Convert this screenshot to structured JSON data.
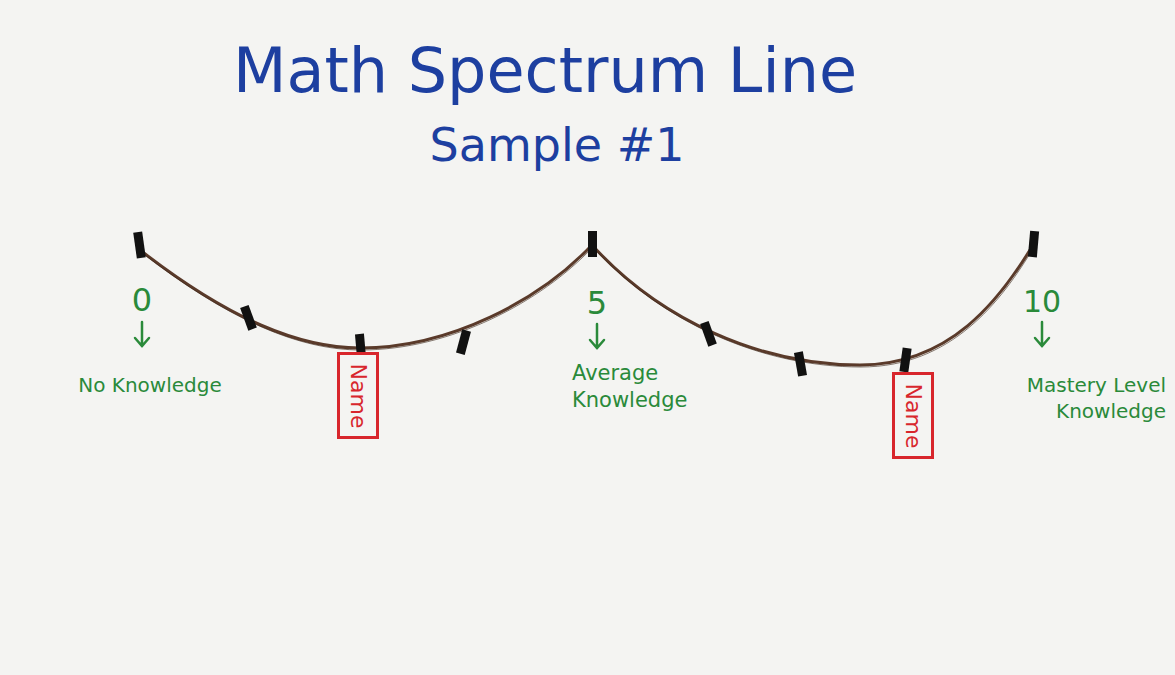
{
  "diagram": {
    "title": "Math Spectrum Line",
    "nodes": [
      {
        "text": [
          "Name"
        ]
      },
      {
        "text": [
          "Name"
        ]
      }
    ],
    "labels": [
      "Sample #1",
      "0",
      "No Knowledge",
      "5",
      "Average Knowledge",
      "10",
      "Mastery Level Knowledge"
    ]
  }
}
